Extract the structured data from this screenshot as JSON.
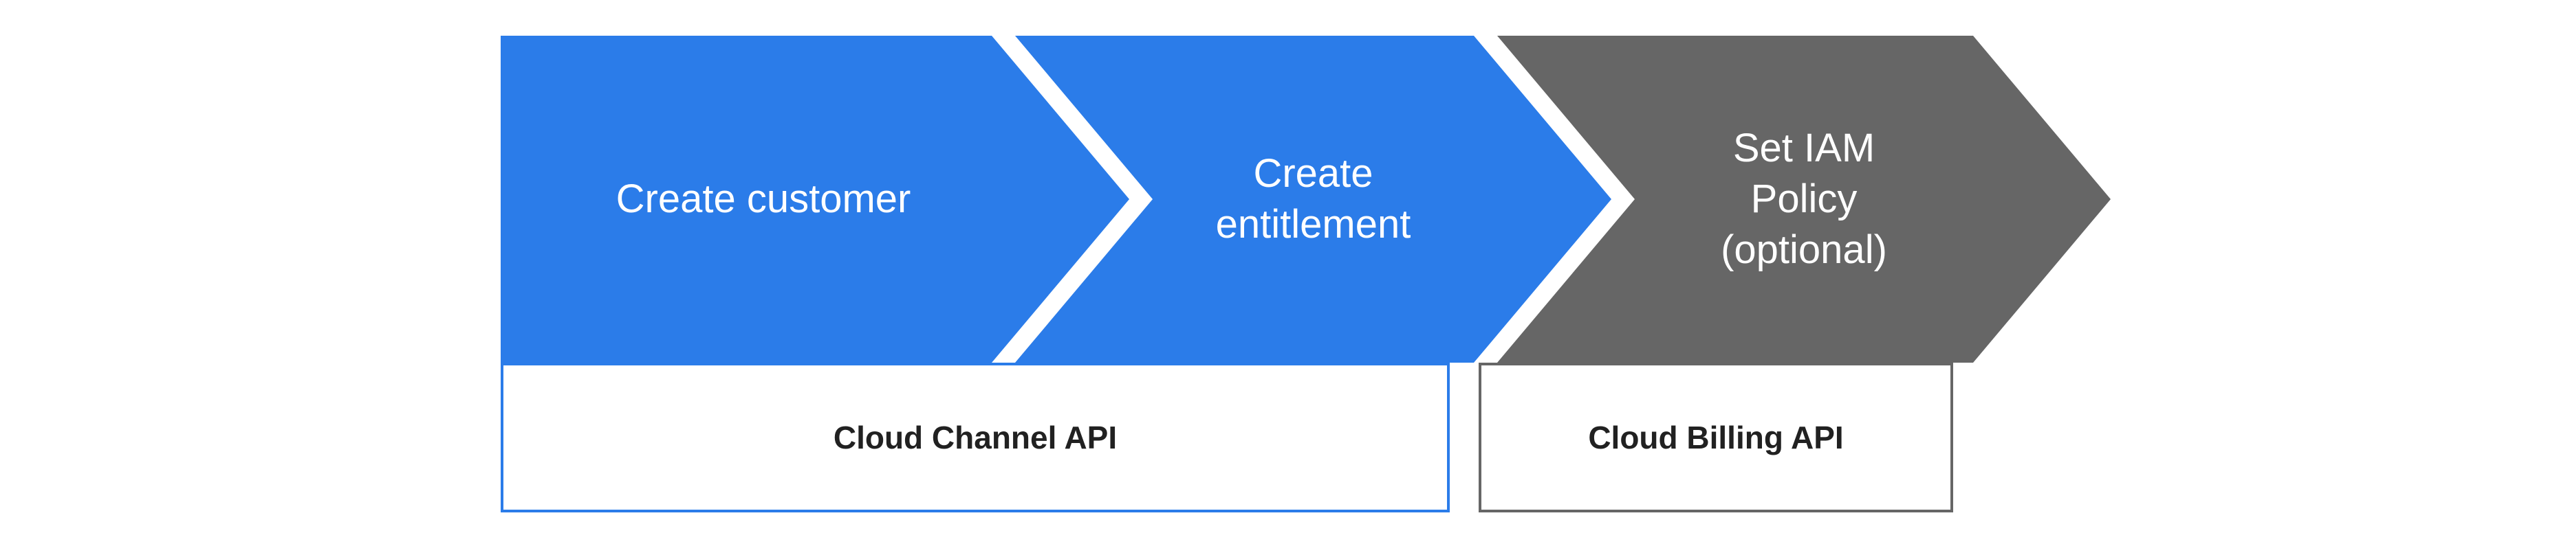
{
  "canvas": {
    "background": "#ffffff"
  },
  "diagram": {
    "type": "process-flow",
    "steps": [
      {
        "label": "Create customer",
        "fill": "#2B7CE9",
        "text_color": "#ffffff",
        "shape": "arrow-chevron"
      },
      {
        "label": "Create\nentitlement",
        "fill": "#2B7CE9",
        "text_color": "#ffffff",
        "shape": "arrow-chevron"
      },
      {
        "label": "Set IAM\nPolicy\n(optional)",
        "fill": "#666666",
        "text_color": "#ffffff",
        "shape": "arrow-chevron"
      }
    ],
    "api_groups": [
      {
        "label": "Cloud Channel API",
        "border_color": "#2B7CE9",
        "covers_steps": [
          "Create customer",
          "Create entitlement"
        ]
      },
      {
        "label": "Cloud Billing API",
        "border_color": "#666666",
        "covers_steps": [
          "Set IAM Policy (optional)"
        ]
      }
    ]
  }
}
